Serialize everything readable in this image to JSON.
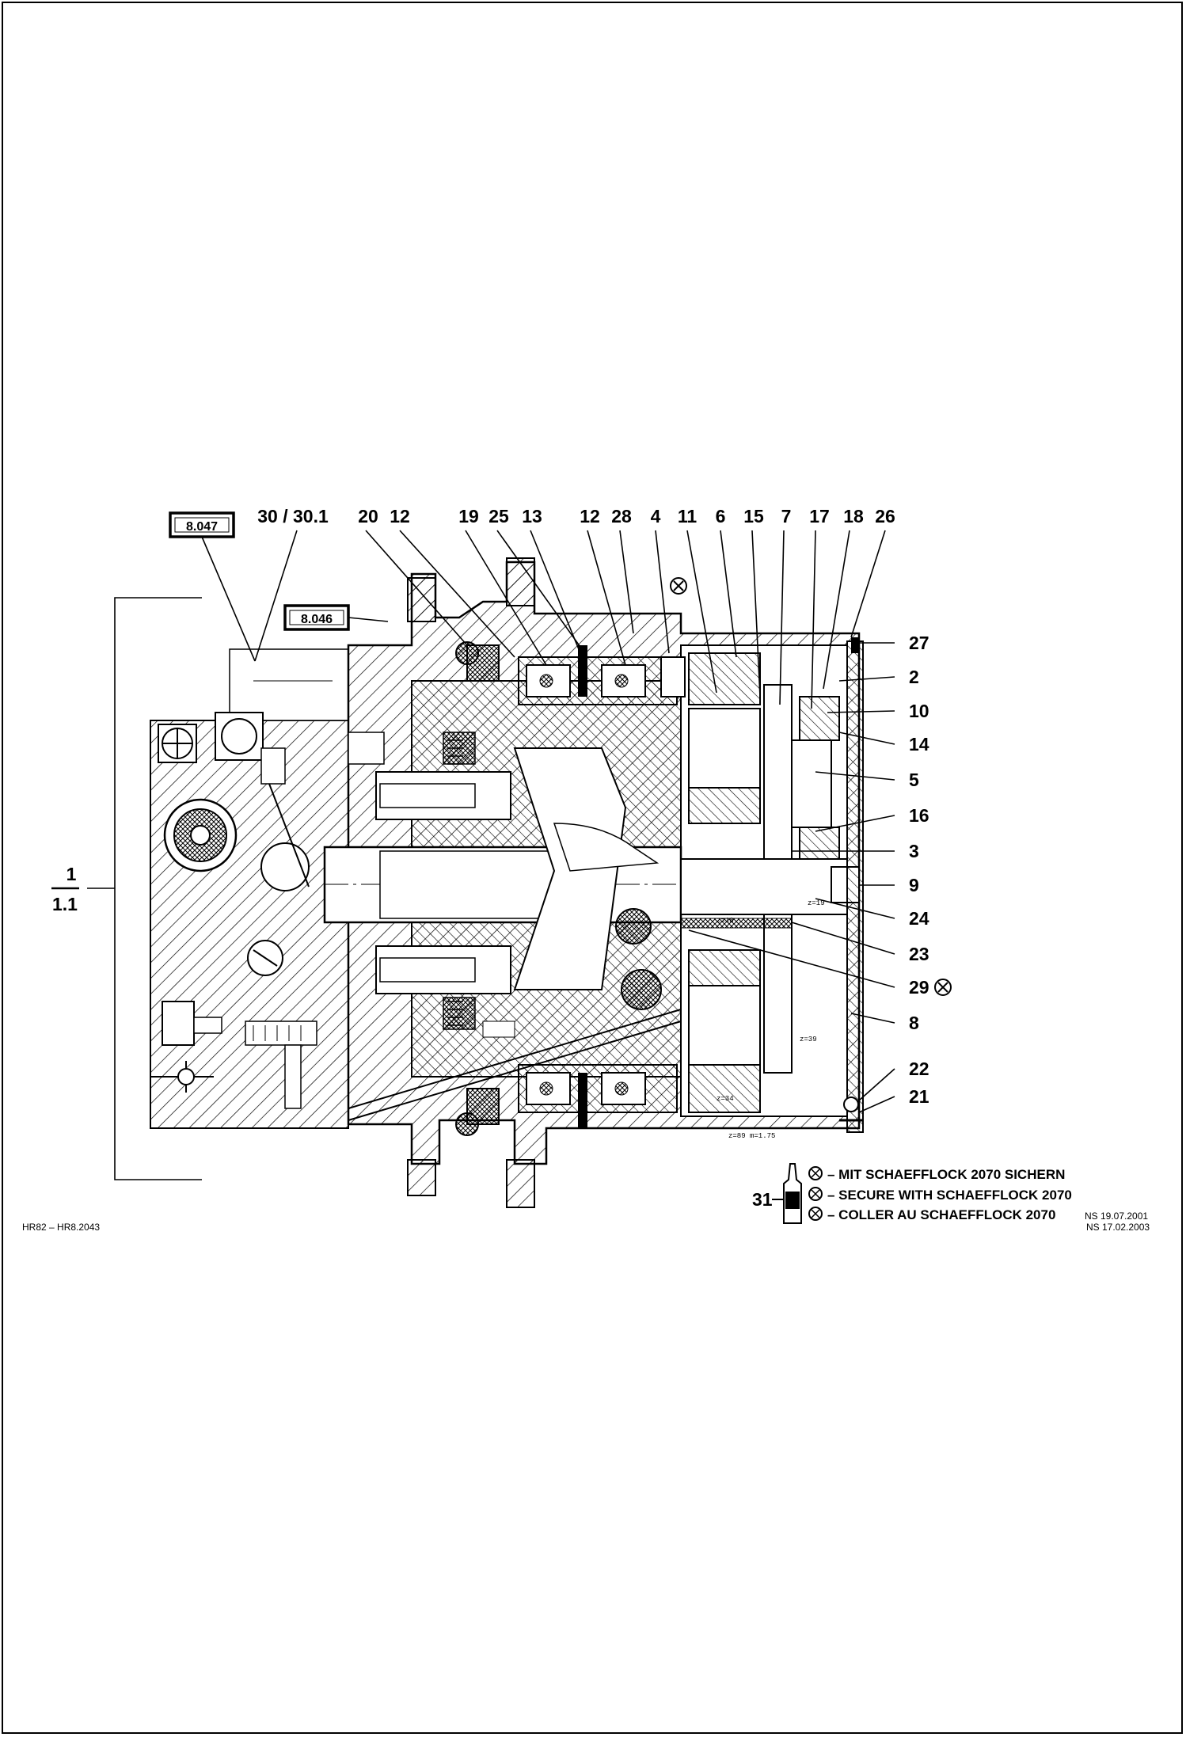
{
  "references": [
    "8.047",
    "8.046"
  ],
  "top_labels": [
    "30 / 30.1",
    "20",
    "12",
    "19",
    "25",
    "13",
    "12",
    "28",
    "4",
    "11",
    "6",
    "15",
    "7",
    "17",
    "18",
    "26"
  ],
  "right_labels": [
    "27",
    "2",
    "10",
    "14",
    "5",
    "16",
    "3",
    "9",
    "24",
    "23",
    "29",
    "8",
    "22",
    "21"
  ],
  "left_label": {
    "top": "1",
    "bottom": "1.1"
  },
  "bottle_label": "31",
  "notes": [
    "– MIT SCHAEFFLOCK 2070 SICHERN",
    "– SECURE WITH SCHAEFFLOCK 2070",
    "– COLLER AU SCHAEFFLOCK 2070"
  ],
  "footer_left": "HR82 – HR8.2043",
  "footer_right": [
    "NS 19.07.2001",
    "NS 17.02.2003"
  ],
  "dims": [
    "z=39",
    "z=34",
    "z=89  m=1.75",
    "z=19",
    "z=18"
  ]
}
